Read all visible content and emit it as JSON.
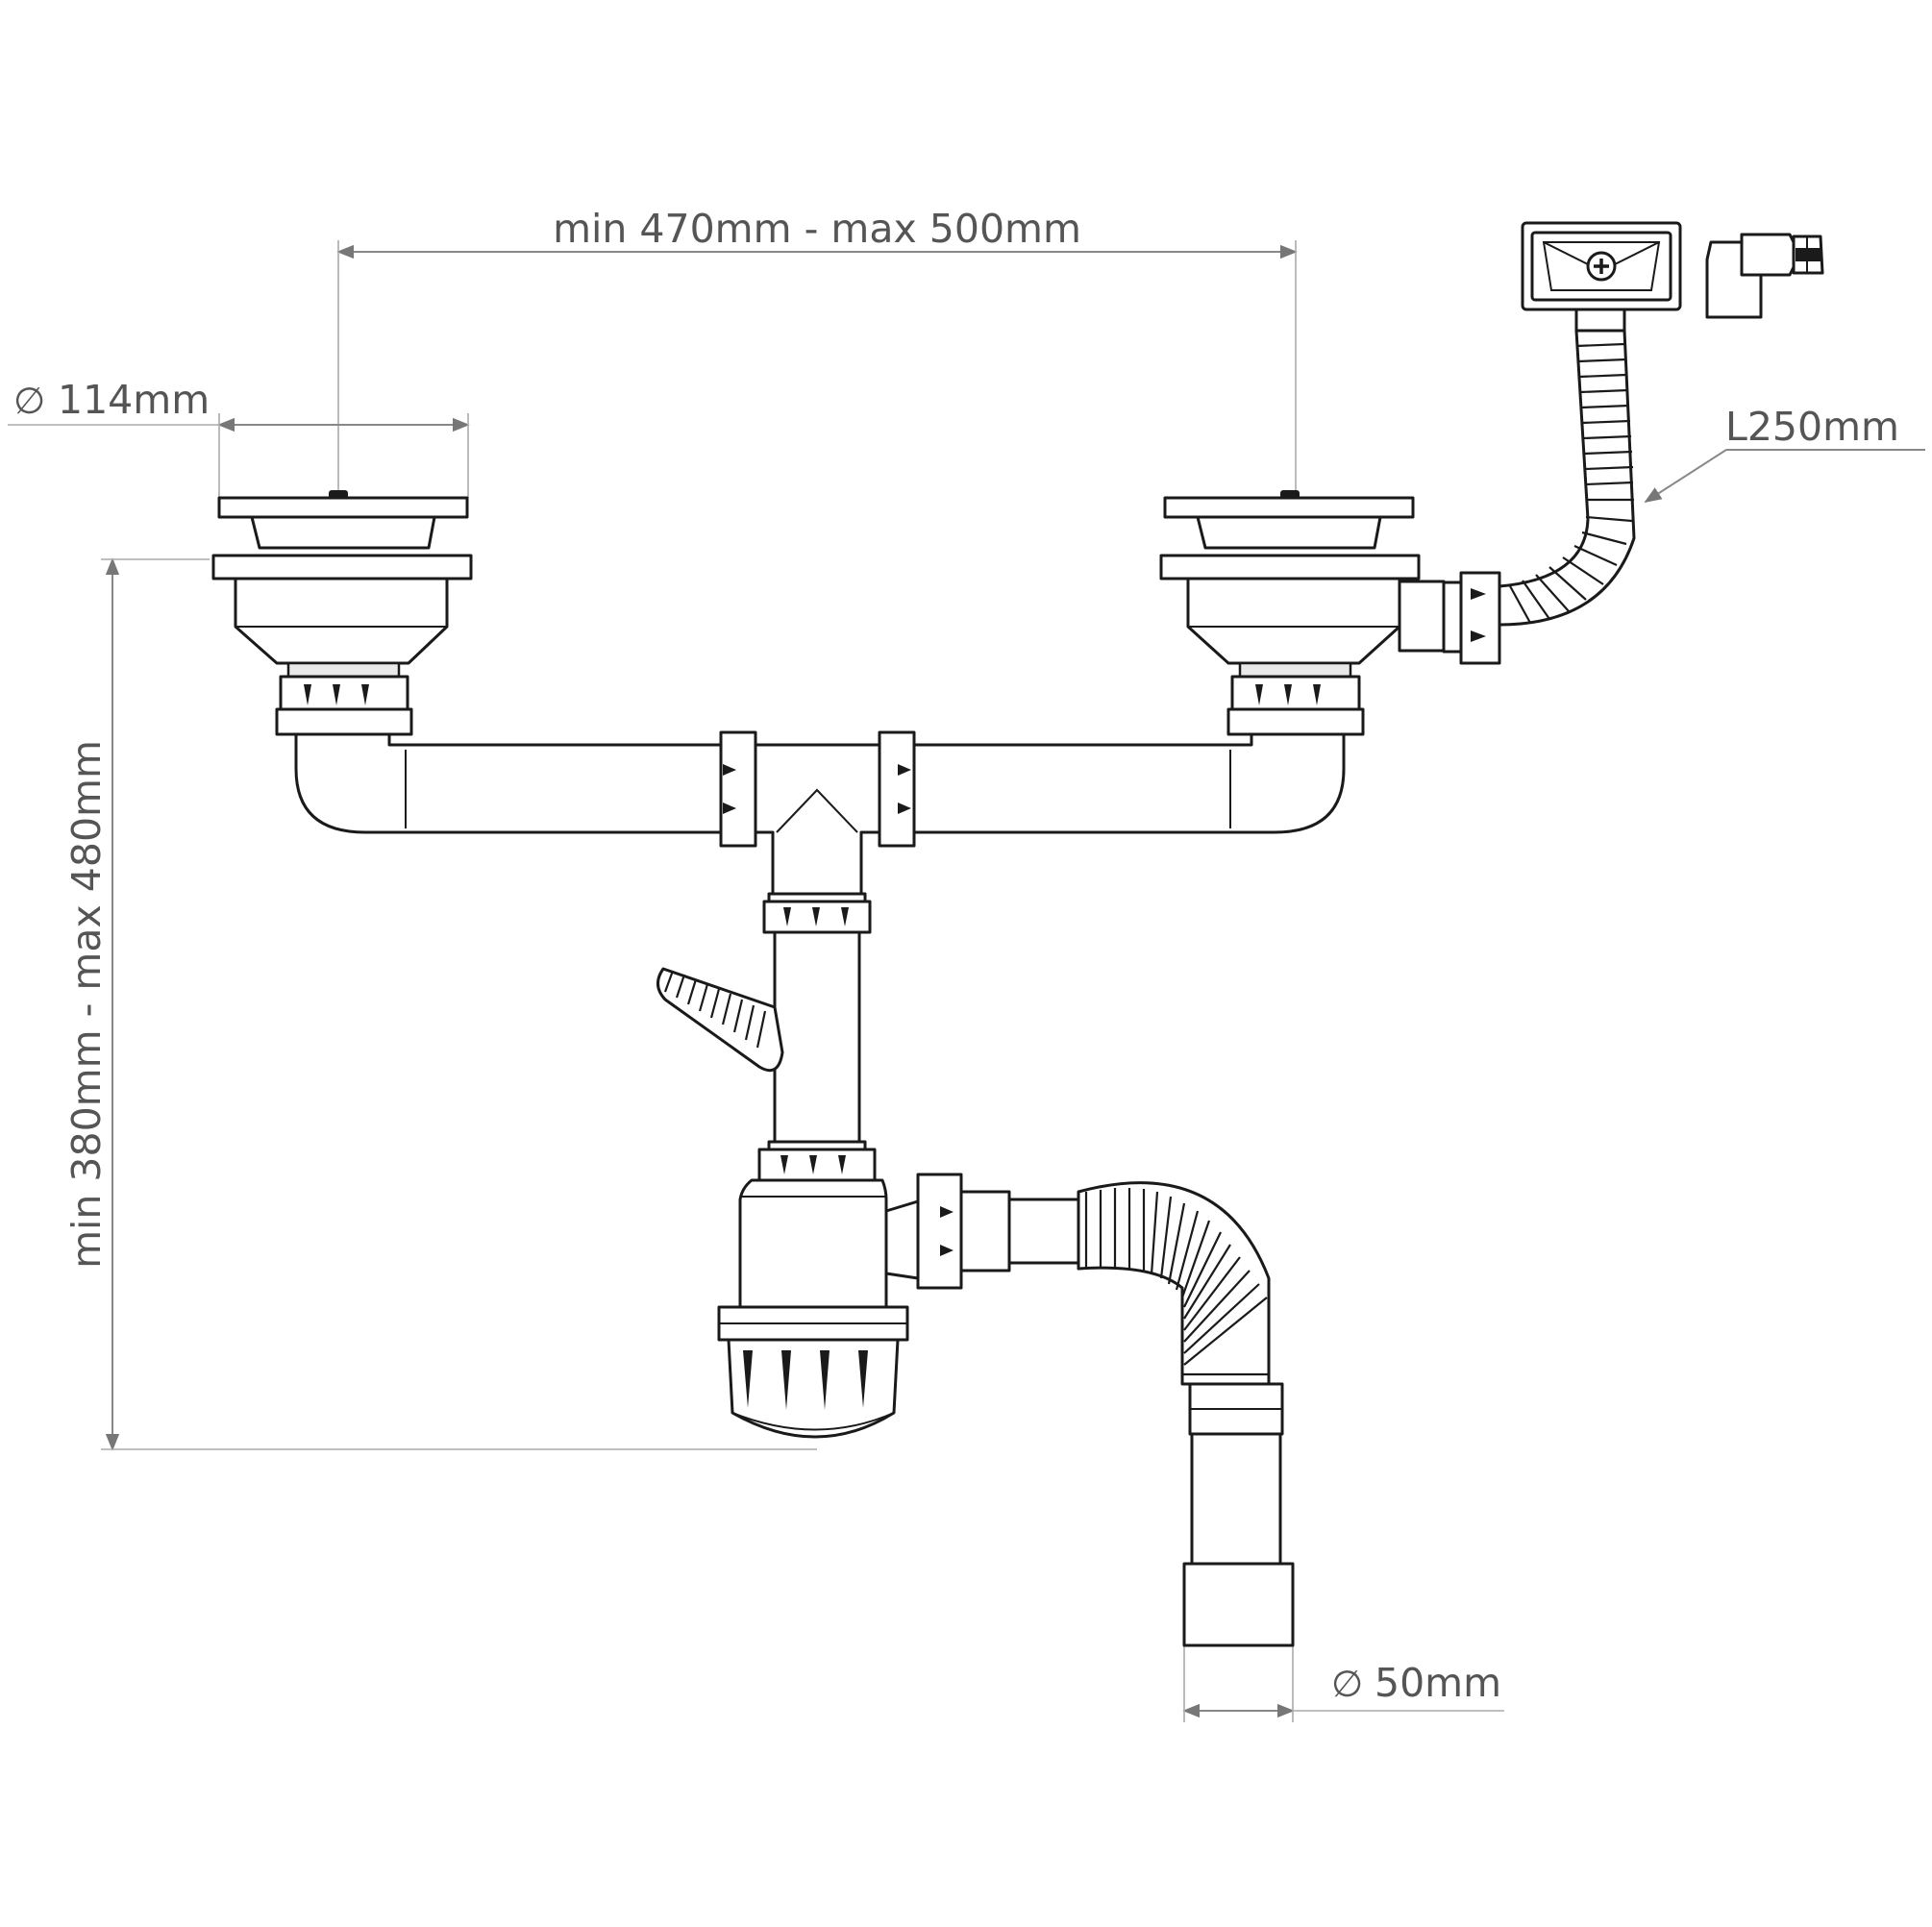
{
  "diagram": {
    "dimensions": {
      "strainer_distance": "min 470mm - max 500mm",
      "strainer_diameter": "114mm",
      "overflow_hose_length": "L250mm",
      "installation_height": "min 380mm - max 480mm",
      "outlet_diameter": "50mm",
      "diameter_symbol": "∅"
    }
  }
}
